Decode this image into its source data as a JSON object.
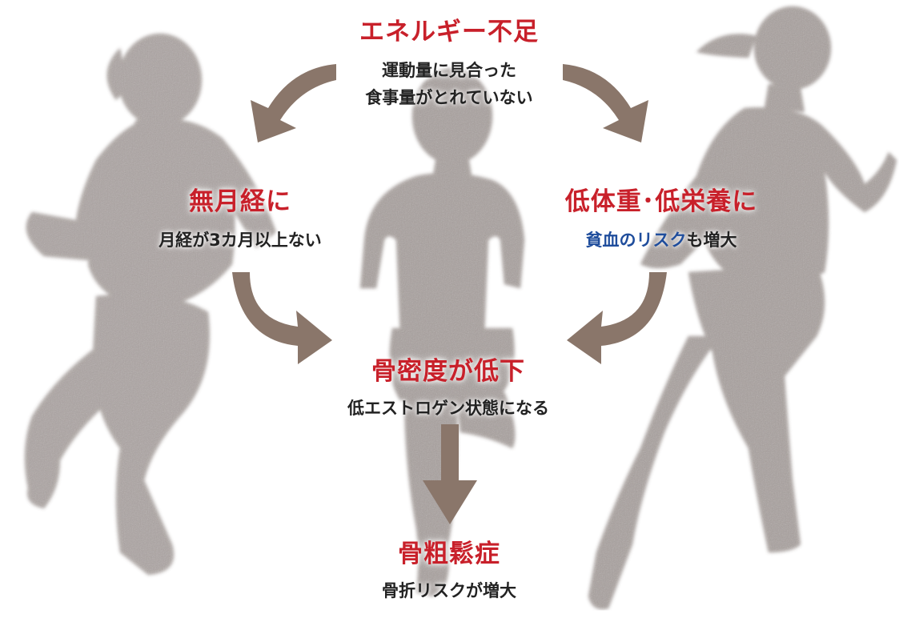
{
  "colors": {
    "silhouette": "#a49b98",
    "arrow": "#8a766a",
    "title_red": "#c8202a",
    "text_dark": "#222222",
    "highlight_blue": "#1f4d9c"
  },
  "nodes": {
    "energy_deficit": {
      "title": "エネルギー不足",
      "desc_line1": "運動量に見合った",
      "desc_line2": "食事量がとれていない"
    },
    "amenorrhea": {
      "title": "無月経に",
      "desc": "月経が3カ月以上ない"
    },
    "low_weight": {
      "title": "低体重･低栄養に",
      "desc_highlight": "貧血のリスク",
      "desc_rest": "も増大"
    },
    "bone_density": {
      "title": "骨密度が低下",
      "desc": "低エストロゲン状態になる"
    },
    "osteoporosis": {
      "title": "骨粗鬆症",
      "desc": "骨折リスクが増大"
    }
  },
  "icons": {
    "background": [
      "runner-silhouette-icon",
      "runner-silhouette-icon",
      "runner-silhouette-icon"
    ],
    "arrows": [
      "curved-arrow-icon",
      "curved-arrow-icon",
      "curved-arrow-icon",
      "curved-arrow-icon",
      "down-arrow-icon"
    ]
  }
}
